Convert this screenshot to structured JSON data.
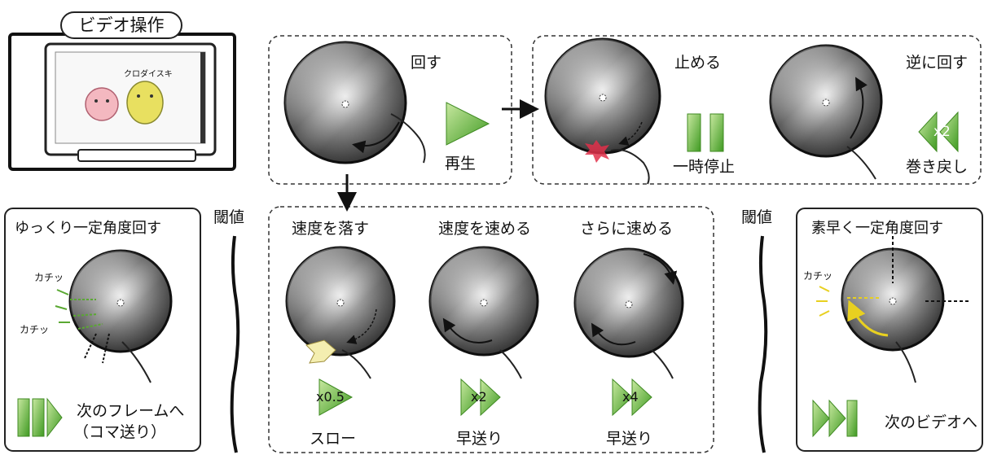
{
  "video_ops": {
    "title": "ビデオ操作",
    "character_label": "クロダイスキ"
  },
  "top": {
    "rotate": {
      "title": "回す",
      "action": "再生"
    },
    "stop": {
      "title": "止める",
      "action": "一時停止"
    },
    "reverse": {
      "title": "逆に回す",
      "action": "巻き戻し",
      "speed": "x2"
    }
  },
  "threshold_left": "閾値",
  "threshold_right": "閾値",
  "speed": {
    "slow": {
      "title": "速度を落す",
      "speed": "x0.5",
      "action": "スロー"
    },
    "fast": {
      "title": "速度を速める",
      "speed": "x2",
      "action": "早送り"
    },
    "faster": {
      "title": "さらに速める",
      "speed": "x4",
      "action": "早送り"
    }
  },
  "left_box": {
    "title": "ゆっくり一定角度回す",
    "click_sound_1": "カチッ",
    "click_sound_2": "カチッ",
    "action_line1": "次のフレームへ",
    "action_line2": "（コマ送り）"
  },
  "right_box": {
    "title": "素早く一定角度回す",
    "click_sound": "カチッ",
    "action": "次のビデオへ"
  },
  "colors": {
    "green": "#5aa832",
    "green_light": "#a8d878",
    "dial_dark": "#4a4a4a",
    "dial_light": "#e0e0e0",
    "red": "#e0304a",
    "yellow": "#e8e040"
  }
}
